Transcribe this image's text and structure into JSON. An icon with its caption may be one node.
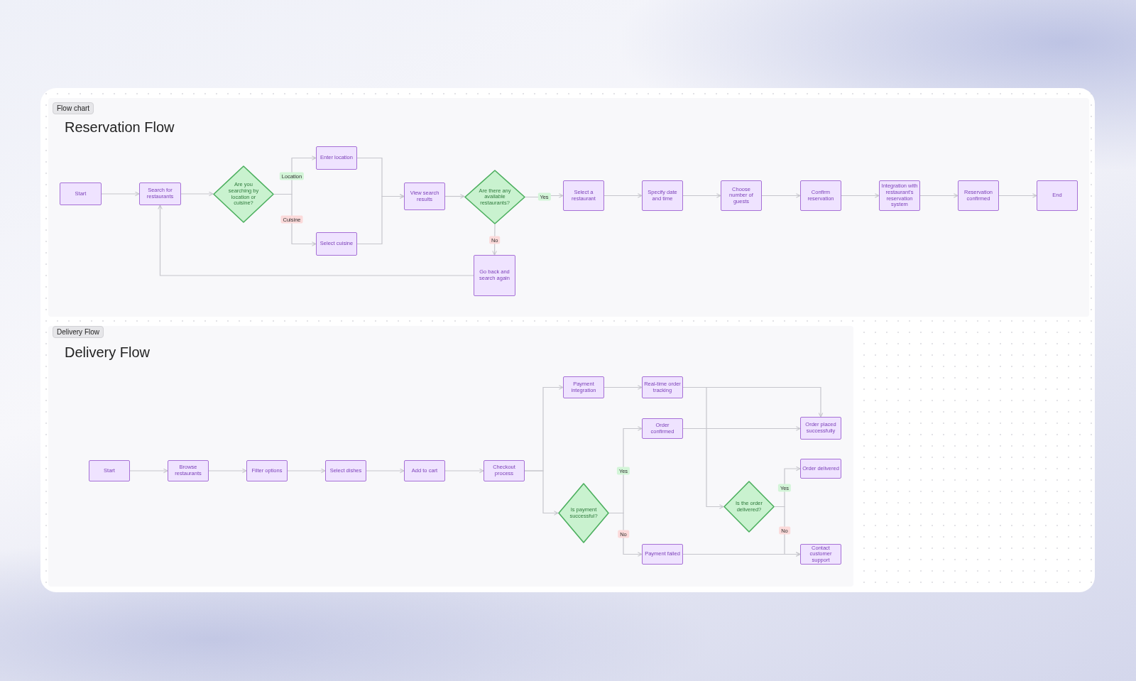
{
  "diagram": {
    "nodes": [
      {
        "text": [
          "Start"
        ]
      },
      {
        "text": [
          "Search for restaurants"
        ]
      },
      {
        "text": [
          "Are you searching by location or cuisine?"
        ]
      },
      {
        "text": [
          "Enter location"
        ]
      },
      {
        "text": [
          "Select cuisine"
        ]
      },
      {
        "text": [
          "View search results"
        ]
      },
      {
        "text": [
          "Are there any available restaurants?"
        ]
      },
      {
        "text": [
          "Go back and search again"
        ]
      },
      {
        "text": [
          "Select a restaurant"
        ]
      },
      {
        "text": [
          "Specify date and time"
        ]
      },
      {
        "text": [
          "Choose number of guests"
        ]
      },
      {
        "text": [
          "Confirm reservation"
        ]
      },
      {
        "text": [
          "Integration with restaurant's reservation system"
        ]
      },
      {
        "text": [
          "Reservation confirmed"
        ]
      },
      {
        "text": [
          "End"
        ]
      },
      {
        "text": [
          "Start"
        ]
      },
      {
        "text": [
          "Browse restaurants"
        ]
      },
      {
        "text": [
          "Filter options"
        ]
      },
      {
        "text": [
          "Select dishes"
        ]
      },
      {
        "text": [
          "Add to cart"
        ]
      },
      {
        "text": [
          "Checkout process"
        ]
      },
      {
        "text": [
          "Payment integration"
        ]
      },
      {
        "text": [
          "Real-time order tracking"
        ]
      },
      {
        "text": [
          "Is payment successful?"
        ]
      },
      {
        "text": [
          "Order confirmed"
        ]
      },
      {
        "text": [
          "Payment failed"
        ]
      },
      {
        "text": [
          "Order placed successfully"
        ]
      },
      {
        "text": [
          "Is the order delivered?"
        ]
      },
      {
        "text": [
          "Order delivered"
        ]
      },
      {
        "text": [
          "Contact customer support"
        ]
      }
    ],
    "edges": [
      {
        "from": 0,
        "to": 1,
        "arrow": "to"
      },
      {
        "from": 1,
        "to": 2,
        "arrow": "to"
      },
      {
        "from": 2,
        "to": 3,
        "arrow": "to",
        "label": "Location"
      },
      {
        "from": 2,
        "to": 4,
        "arrow": "to",
        "label": "Cuisine"
      },
      {
        "from": 3,
        "to": 5,
        "arrow": "to"
      },
      {
        "from": 4,
        "to": 5,
        "arrow": "to"
      },
      {
        "from": 5,
        "to": 6,
        "arrow": "to"
      },
      {
        "from": 6,
        "to": 8,
        "arrow": "to",
        "label": "Yes"
      },
      {
        "from": 6,
        "to": 7,
        "arrow": "to",
        "label": "No"
      },
      {
        "from": 7,
        "to": 1,
        "arrow": "to"
      },
      {
        "from": 8,
        "to": 9,
        "arrow": "to"
      },
      {
        "from": 9,
        "to": 10,
        "arrow": "to"
      },
      {
        "from": 10,
        "to": 11,
        "arrow": "to"
      },
      {
        "from": 11,
        "to": 12,
        "arrow": "to"
      },
      {
        "from": 12,
        "to": 13,
        "arrow": "to"
      },
      {
        "from": 13,
        "to": 14,
        "arrow": "to"
      },
      {
        "from": 15,
        "to": 16,
        "arrow": "to"
      },
      {
        "from": 16,
        "to": 17,
        "arrow": "to"
      },
      {
        "from": 17,
        "to": 18,
        "arrow": "to"
      },
      {
        "from": 18,
        "to": 19,
        "arrow": "to"
      },
      {
        "from": 19,
        "to": 20,
        "arrow": "to"
      },
      {
        "from": 20,
        "to": 21,
        "arrow": "to"
      },
      {
        "from": 20,
        "to": 23,
        "arrow": "to"
      },
      {
        "from": 21,
        "to": 22,
        "arrow": "to"
      },
      {
        "from": 22,
        "to": 26,
        "arrow": "to"
      },
      {
        "from": 22,
        "to": 27,
        "arrow": "to"
      },
      {
        "from": 23,
        "to": 24,
        "arrow": "to",
        "label": "Yes"
      },
      {
        "from": 23,
        "to": 25,
        "arrow": "to",
        "label": "No"
      },
      {
        "from": 24,
        "to": 26,
        "arrow": "to"
      },
      {
        "from": 25,
        "to": 29,
        "arrow": "to"
      },
      {
        "from": 27,
        "to": 28,
        "arrow": "to",
        "label": "Yes"
      },
      {
        "from": 27,
        "to": 29,
        "arrow": "to",
        "label": "No"
      }
    ],
    "labels": [
      "Flow chart",
      "Reservation Flow",
      "Delivery Flow",
      "Delivery Flow"
    ]
  }
}
